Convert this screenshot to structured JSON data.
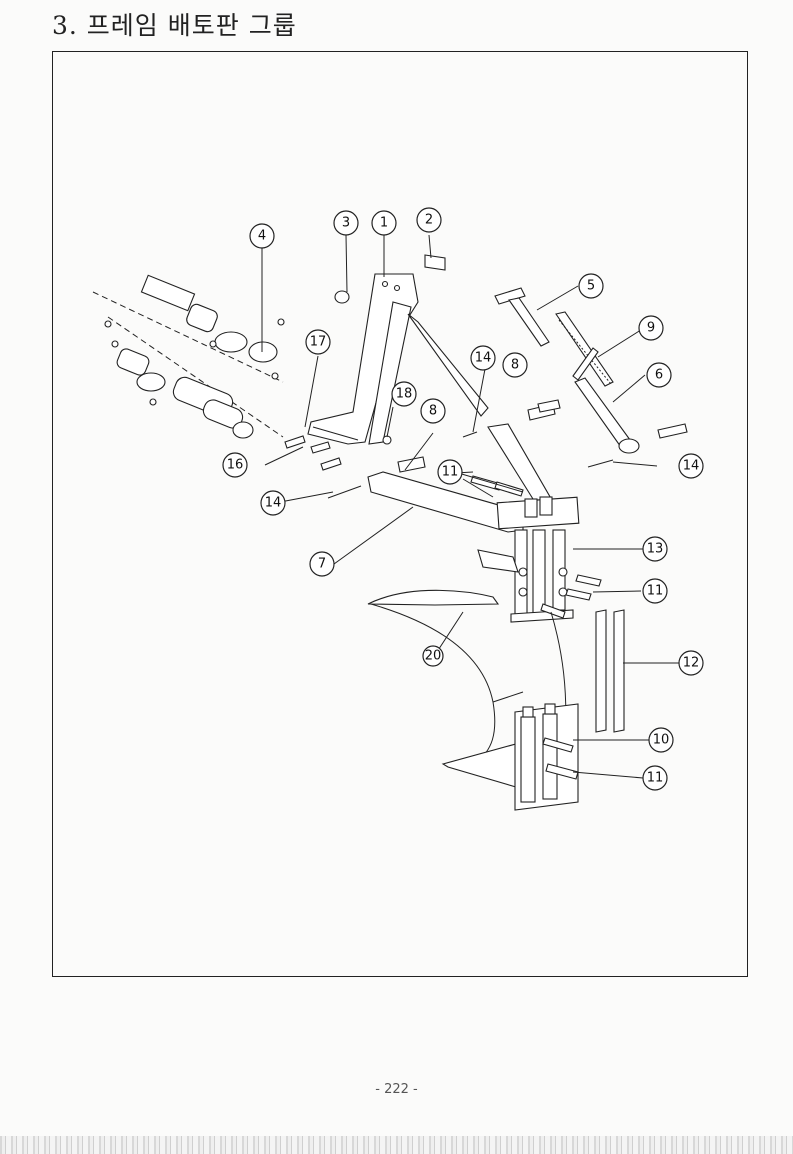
{
  "title": "3. 프레임 배토판 그룹",
  "page_number": "- 222 -",
  "callouts": {
    "p1": "1",
    "p2": "2",
    "p3": "3",
    "p4": "4",
    "p5": "5",
    "p6": "6",
    "p7": "7",
    "p8a": "8",
    "p8b": "8",
    "p9": "9",
    "p10": "10",
    "p11a": "11",
    "p11b": "11",
    "p11c": "11",
    "p12": "12",
    "p13": "13",
    "p14a": "14",
    "p14b": "14",
    "p14c": "14",
    "p16": "16",
    "p17": "17",
    "p18": "18",
    "p20": "20"
  }
}
